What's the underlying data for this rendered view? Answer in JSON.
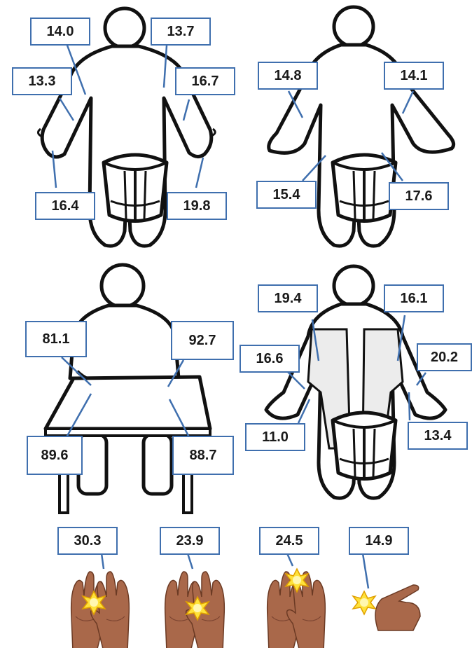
{
  "panels": [
    {
      "id": "seated-arms-open",
      "labels": [
        {
          "key": "chest-left",
          "value": "14.0"
        },
        {
          "key": "chest-right",
          "value": "13.7"
        },
        {
          "key": "forearm-left",
          "value": "13.3"
        },
        {
          "key": "forearm-right",
          "value": "16.7"
        },
        {
          "key": "palm-left",
          "value": "16.4"
        },
        {
          "key": "palm-right",
          "value": "19.8"
        }
      ]
    },
    {
      "id": "seated-hands-down",
      "labels": [
        {
          "key": "forearm-left",
          "value": "14.8"
        },
        {
          "key": "forearm-right",
          "value": "14.1"
        },
        {
          "key": "thigh-left",
          "value": "15.4"
        },
        {
          "key": "thigh-right",
          "value": "17.6"
        }
      ]
    },
    {
      "id": "at-table",
      "labels": [
        {
          "key": "upper-left",
          "value": "81.1"
        },
        {
          "key": "upper-right",
          "value": "92.7"
        },
        {
          "key": "lower-left",
          "value": "89.6"
        },
        {
          "key": "lower-right",
          "value": "88.7"
        }
      ]
    },
    {
      "id": "seated-with-coat",
      "labels": [
        {
          "key": "coat-left",
          "value": "19.4"
        },
        {
          "key": "coat-right",
          "value": "16.1"
        },
        {
          "key": "sleeve-left",
          "value": "16.6"
        },
        {
          "key": "sleeve-right",
          "value": "20.2"
        },
        {
          "key": "cuff-left",
          "value": "11.0"
        },
        {
          "key": "cuff-right",
          "value": "13.4"
        }
      ]
    },
    {
      "id": "hand-gestures",
      "labels": [
        {
          "key": "clap",
          "value": "30.3"
        },
        {
          "key": "snap-between",
          "value": "23.9"
        },
        {
          "key": "fingertips",
          "value": "24.5"
        },
        {
          "key": "finger-snap",
          "value": "14.9"
        }
      ]
    }
  ]
}
